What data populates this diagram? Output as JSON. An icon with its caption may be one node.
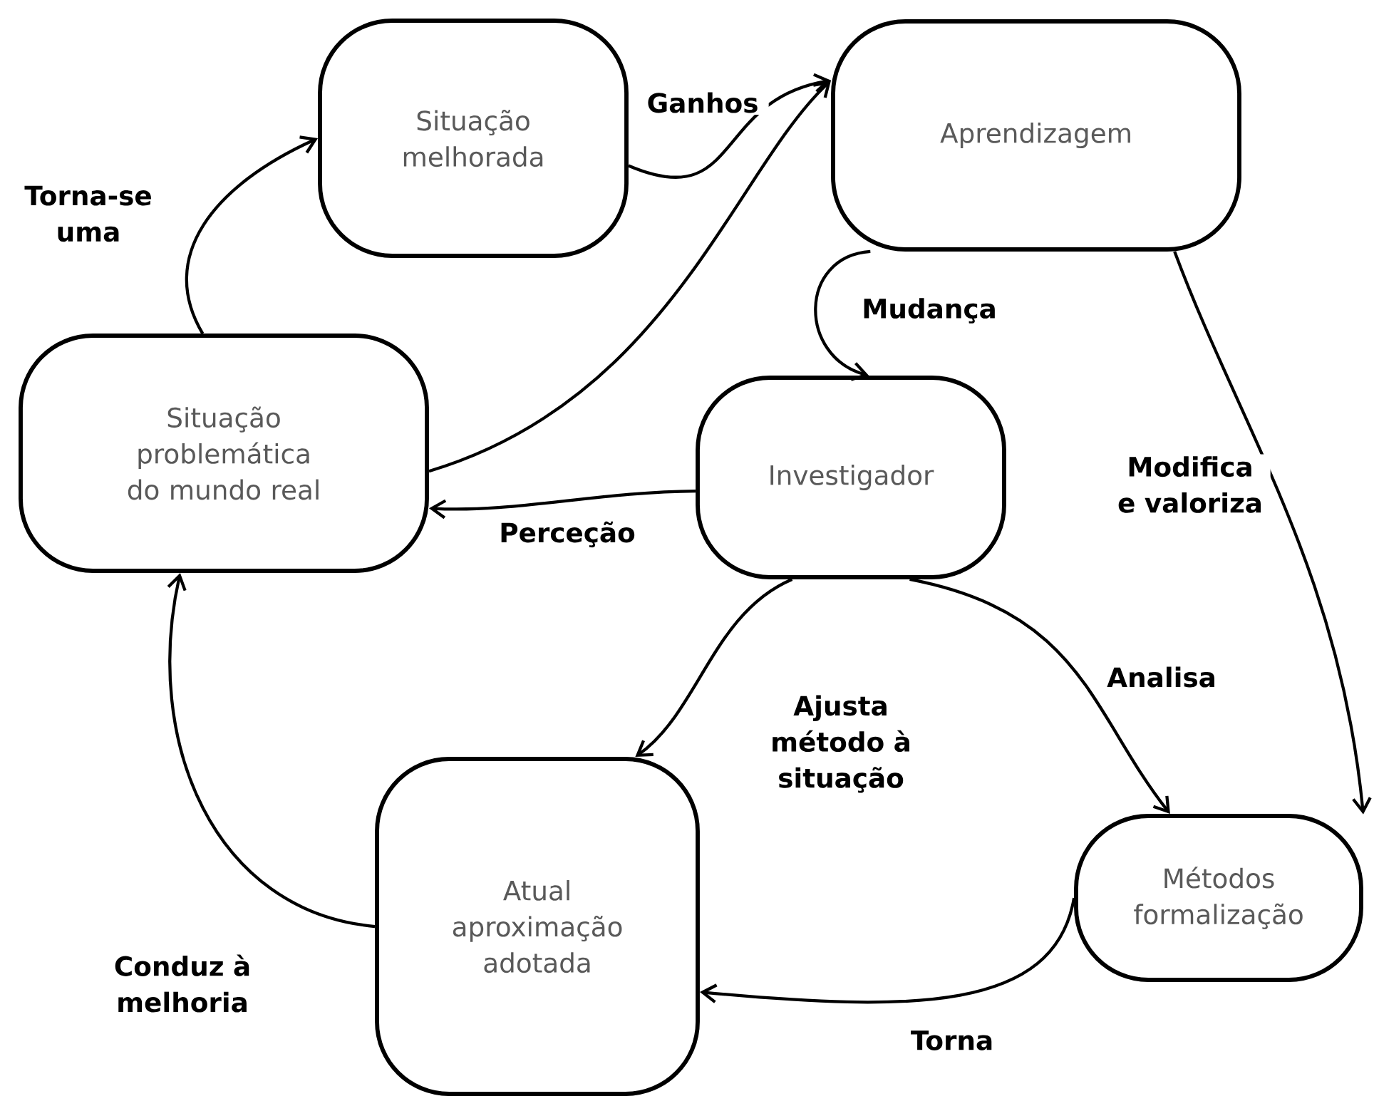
{
  "diagram": {
    "nodes": [
      {
        "text": [
          "Situação melhorada"
        ]
      },
      {
        "text": [
          "Aprendizagem"
        ]
      },
      {
        "text": [
          "Situação problemática do mundo real"
        ]
      },
      {
        "text": [
          "Investigador"
        ]
      },
      {
        "text": [
          "Atual aproximação adotada"
        ]
      },
      {
        "text": [
          "Métodos formalização"
        ]
      }
    ],
    "edges": [
      {
        "from": 2,
        "to": 0,
        "arrow": "to",
        "label": "Torna-se uma"
      },
      {
        "from": 0,
        "to": 1,
        "arrow": "to",
        "label": "Ganhos"
      },
      {
        "from": 2,
        "to": 1,
        "arrow": "to"
      },
      {
        "from": 1,
        "to": 3,
        "arrow": "to",
        "label": "Mudança"
      },
      {
        "from": 3,
        "to": 2,
        "arrow": "to",
        "label": "Perceção"
      },
      {
        "from": 3,
        "to": 4,
        "arrow": "to",
        "label": "Ajusta método à situação"
      },
      {
        "from": 3,
        "to": 5,
        "arrow": "to",
        "label": "Analisa"
      },
      {
        "from": 1,
        "to": 5,
        "arrow": "to",
        "label": "Modifica e valoriza"
      },
      {
        "from": 5,
        "to": 4,
        "arrow": "to",
        "label": "Torna"
      },
      {
        "from": 4,
        "to": 2,
        "arrow": "to",
        "label": "Conduz à melhoria"
      }
    ]
  }
}
